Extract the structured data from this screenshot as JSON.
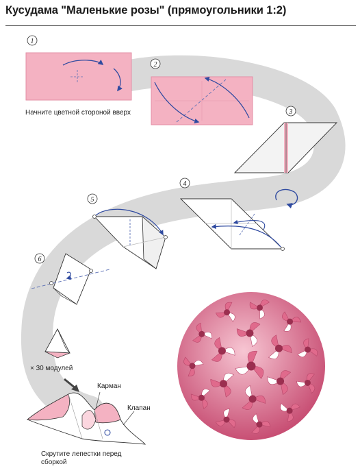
{
  "title": "Кусудама \"Маленькие розы\" (прямоугольники 1:2)",
  "steps": [
    {
      "number": "1",
      "caption": "Начните цветной стороной вверх"
    },
    {
      "number": "2"
    },
    {
      "number": "3"
    },
    {
      "number": "4"
    },
    {
      "number": "5"
    },
    {
      "number": "6"
    }
  ],
  "modules_count": "× 30 модулей",
  "labels": {
    "pocket": "Карман",
    "flap": "Клапан"
  },
  "final_caption": "Скрутите лепестки перед сборкой",
  "colors": {
    "paper_pink": "#f4b2c2",
    "paper_white": "#ffffff",
    "fold_blue": "#2f4aa0",
    "path_gray": "#d6d6d6",
    "kusudama_pink": "#e06a8c",
    "outline": "#333333"
  }
}
